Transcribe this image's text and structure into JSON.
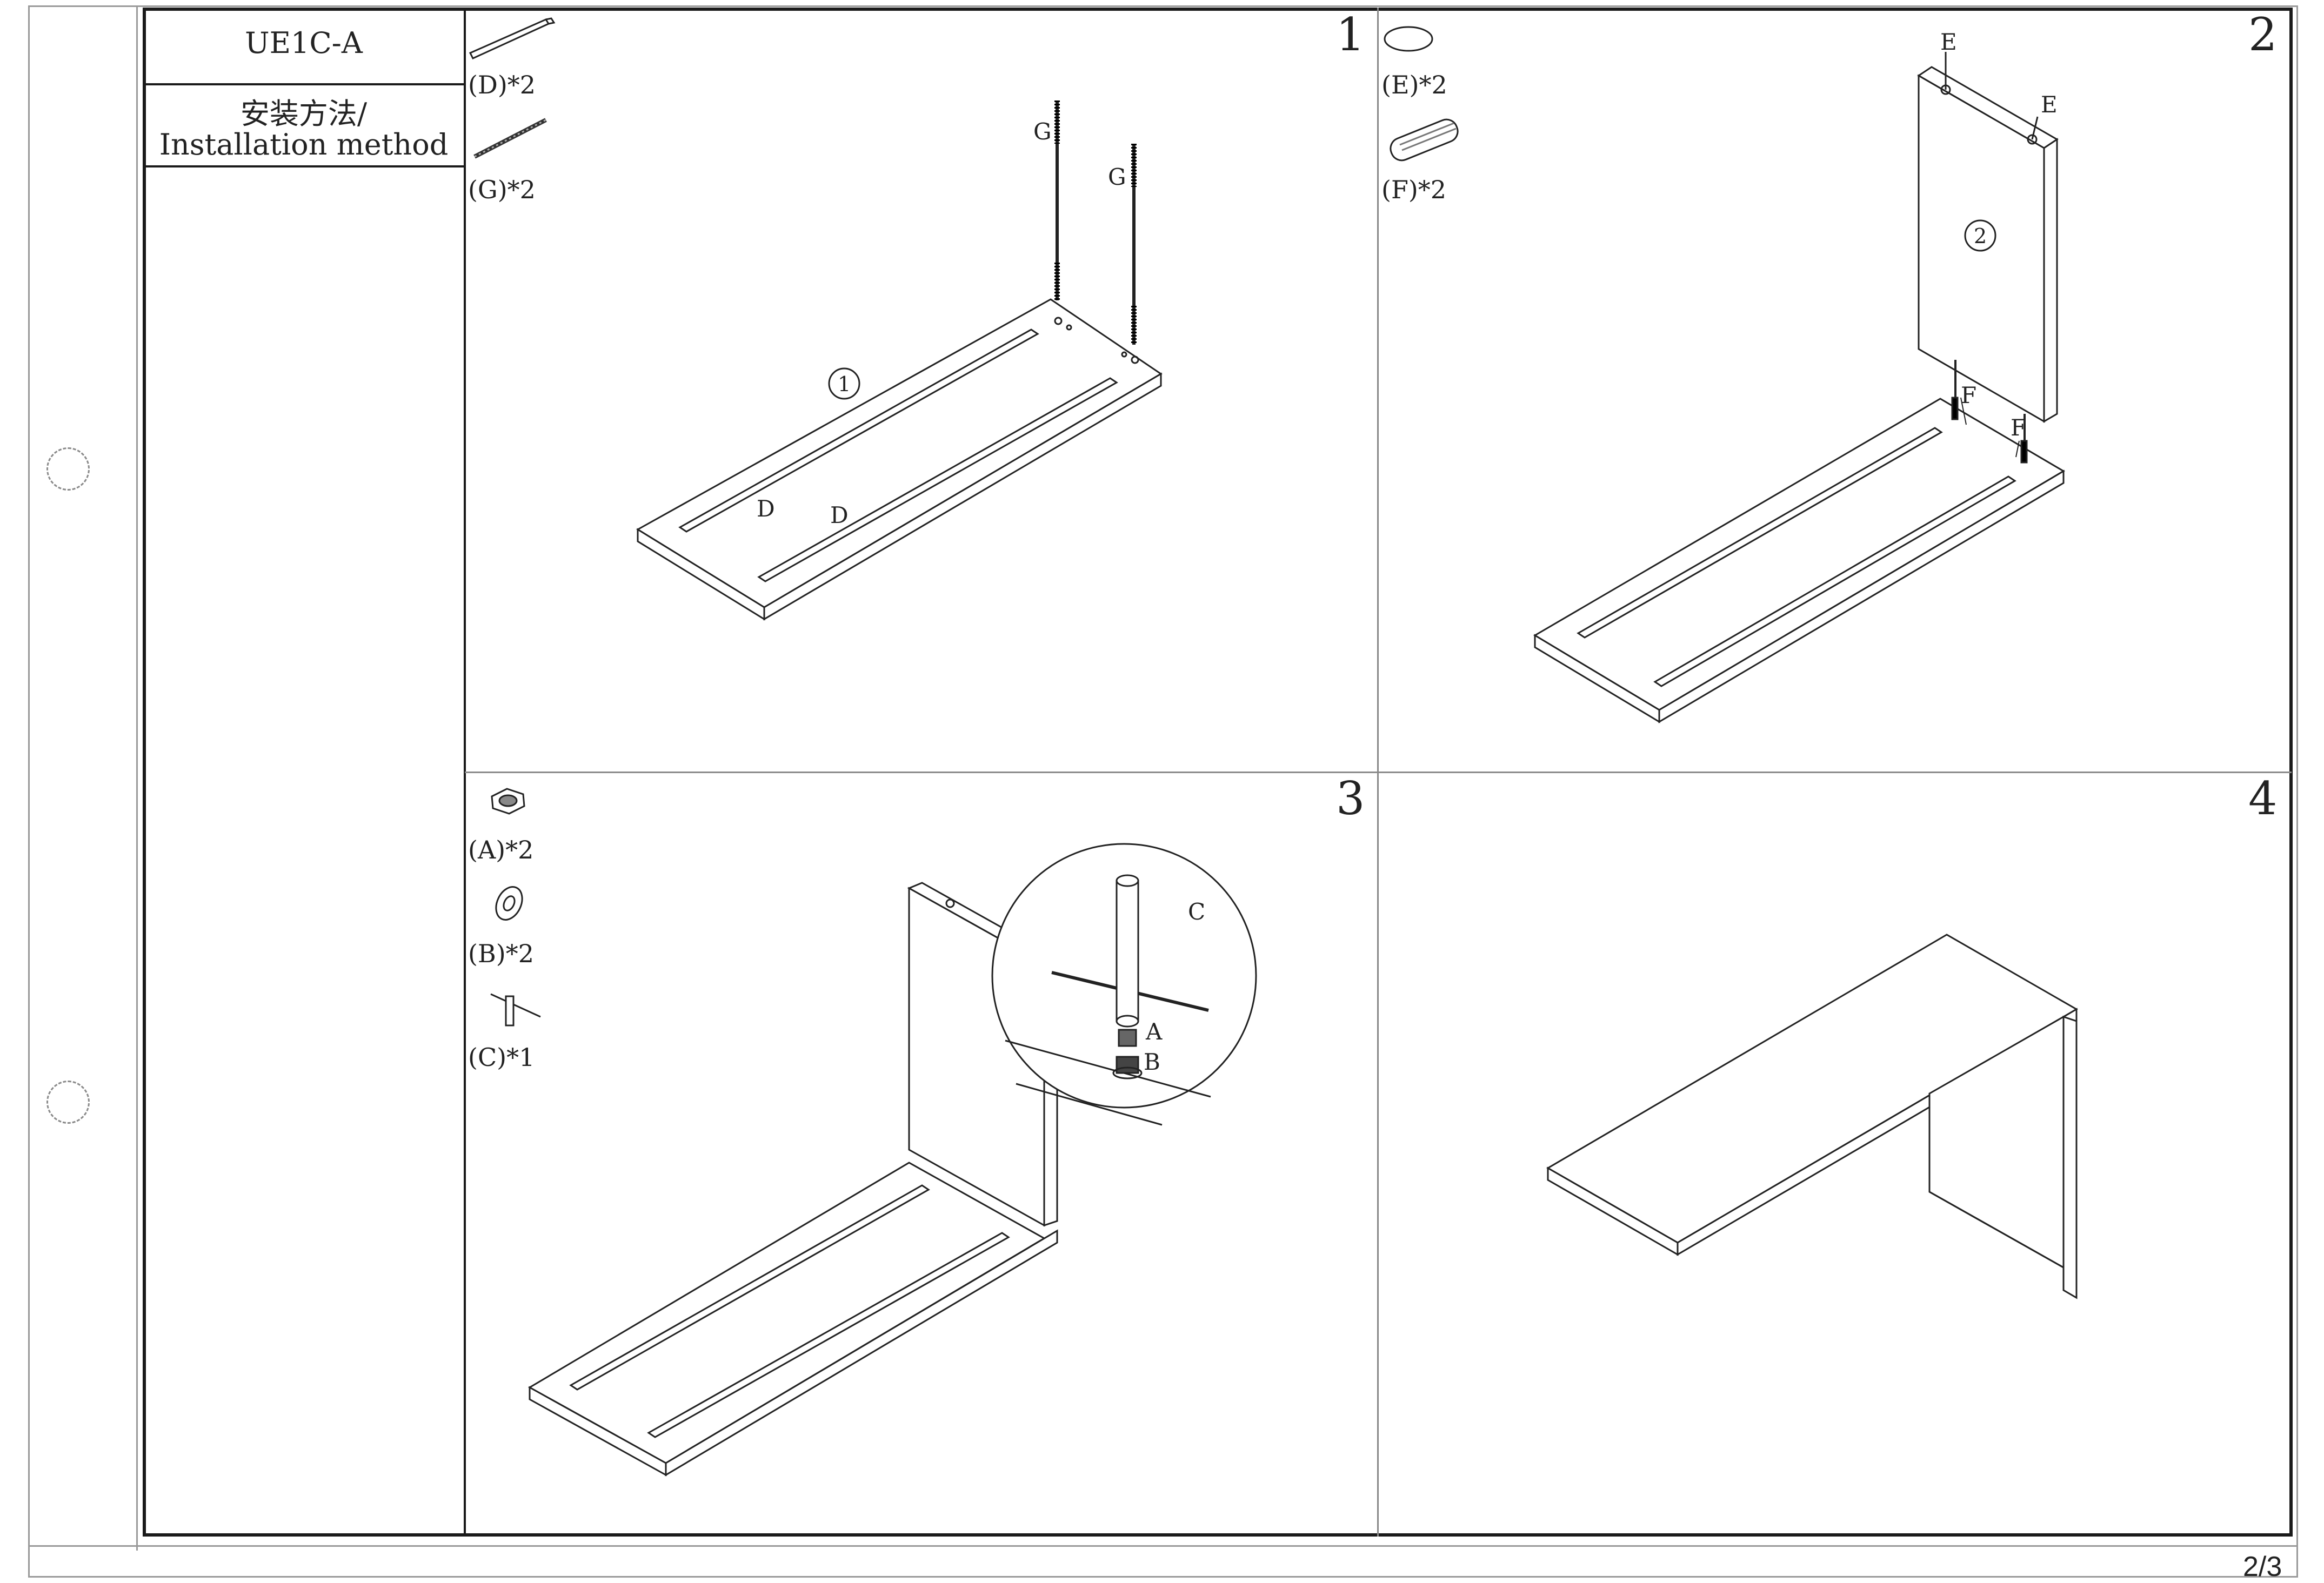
{
  "document": {
    "model_code": "UE1C-A",
    "method_title_cn": "安装方法/",
    "method_title_en": "Installation method",
    "page_number": "2/3"
  },
  "steps": [
    {
      "number": "1",
      "parts": [
        {
          "label": "(D)*2",
          "icon": "wood-strip-icon"
        },
        {
          "label": "(G)*2",
          "icon": "threaded-rod-icon"
        }
      ],
      "callouts": {
        "rod_a": "G",
        "rod_b": "G",
        "strip_a": "D",
        "strip_b": "D",
        "panel": "1"
      }
    },
    {
      "number": "2",
      "parts": [
        {
          "label": "(E)*2",
          "icon": "cap-cover-icon"
        },
        {
          "label": "(F)*2",
          "icon": "wooden-dowel-icon"
        }
      ],
      "callouts": {
        "hole_a": "E",
        "hole_b": "E",
        "panel": "2",
        "dowel_a": "F",
        "dowel_b": "F"
      }
    },
    {
      "number": "3",
      "parts": [
        {
          "label": "(A)*2",
          "icon": "hex-nut-icon"
        },
        {
          "label": "(B)*2",
          "icon": "washer-icon"
        },
        {
          "label": "(C)*1",
          "icon": "t-wrench-icon"
        }
      ],
      "callouts": {
        "tool": "C",
        "nut": "A",
        "washer": "B"
      }
    },
    {
      "number": "4",
      "parts": [],
      "callouts": {}
    }
  ]
}
